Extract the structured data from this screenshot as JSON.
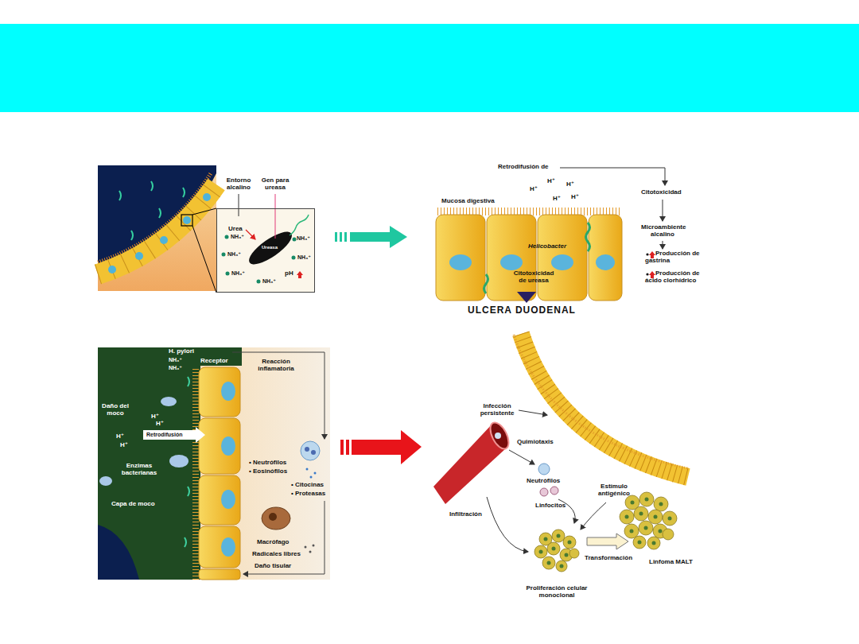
{
  "diagram": {
    "nodes": [
      {
        "text": [
          "Urea",
          "NH₃⁺",
          "NH₃⁺",
          "NH₃⁺",
          "NH₃⁺",
          "NH₃⁺",
          "NH₃⁺",
          "Ureasa",
          "pH"
        ]
      }
    ],
    "labels": [
      "Entorno alcalino",
      "Gen para ureasa",
      "Retrodifusión de",
      "H⁺",
      "H⁺",
      "H⁺",
      "H⁺",
      "H⁺",
      "Citotoxicidad",
      "Microambiente alcalino",
      "Producción de gastrina",
      "Producción de ácido clorhídrico",
      "Mucosa digestiva",
      "Helicobacter",
      "Citotoxicidad de ureasa",
      "ULCERA DUODENAL",
      "H. pylori",
      "NH₃⁺",
      "NH₃⁺",
      "Receptor",
      "Reacción inflamatoria",
      "Daño del moco",
      "H⁺",
      "H⁺",
      "Retrodifusión",
      "H⁺",
      "H⁺",
      "Enzimas bacterianas",
      "Capa de moco",
      "• Neutrófilos",
      "• Eosinófilos",
      "• Citocinas",
      "• Proteasas",
      "Macrófago",
      "Radicales libres",
      "Daño tisular",
      "Infección persistente",
      "Quimiotaxis",
      "Neutrófilos",
      "Estímulo antigénico",
      "Linfocitos",
      "Infiltración",
      "Transformación",
      "Linfoma MALT",
      "Proliferación celular monoclonal"
    ]
  }
}
